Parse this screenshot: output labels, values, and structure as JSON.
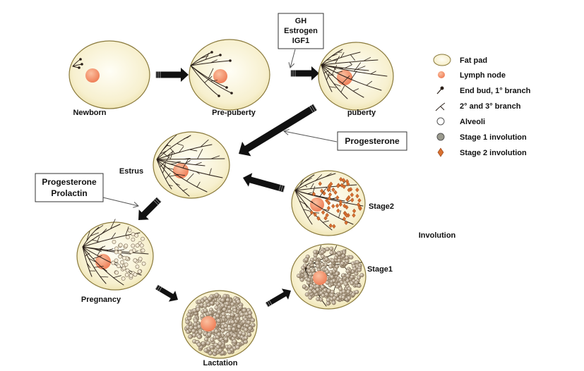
{
  "stages": [
    {
      "id": "newborn",
      "label": "Newborn"
    },
    {
      "id": "prepuberty",
      "label": "Pre-puberty"
    },
    {
      "id": "puberty",
      "label": "puberty"
    },
    {
      "id": "estrus",
      "label": "Estrus"
    },
    {
      "id": "pregnancy",
      "label": "Pregnancy"
    },
    {
      "id": "lactation",
      "label": "Lactation"
    },
    {
      "id": "stage1",
      "label": "Stage1"
    },
    {
      "id": "stage2",
      "label": "Stage2"
    }
  ],
  "involution_label": "Involution",
  "hormone_boxes": {
    "puberty": [
      "GH",
      "Estrogen",
      "IGF1"
    ],
    "estrus": [
      "Progesterone"
    ],
    "pregnancy": [
      "Progesterone",
      "Prolactin"
    ]
  },
  "legend": [
    {
      "icon": "fat-pad-icon",
      "label": "Fat pad"
    },
    {
      "icon": "lymph-node-icon",
      "label": "Lymph node"
    },
    {
      "icon": "end-bud-icon",
      "label": "End bud, 1°  branch"
    },
    {
      "icon": "branch-icon",
      "label": "2°  and 3°  branch"
    },
    {
      "icon": "alveoli-icon",
      "label": "Alveoli"
    },
    {
      "icon": "stage1-involution-icon",
      "label": "Stage 1 involution"
    },
    {
      "icon": "stage2-involution-icon",
      "label": "Stage 2 involution"
    }
  ],
  "colors": {
    "fat_pad_fill": "#f7f0cf",
    "fat_pad_stroke": "#8a7a3c",
    "lymph_node": "#f4906a",
    "duct": "#2a1f18",
    "alveoli": "#b09a7e",
    "stage2_marker": "#d87030",
    "arrow": "#111111"
  }
}
